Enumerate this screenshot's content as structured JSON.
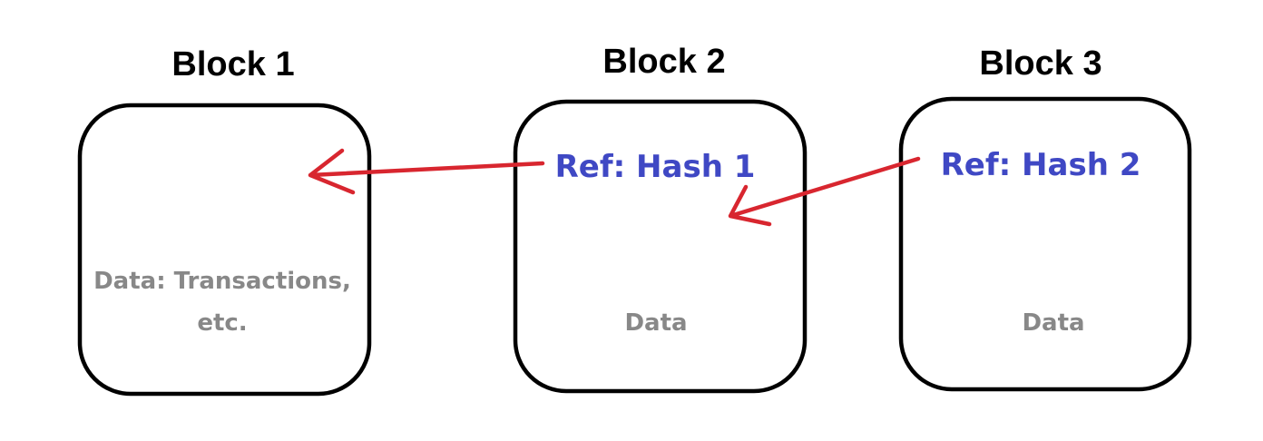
{
  "colors": {
    "ref_text": "#3f48c4",
    "data_text": "#888888",
    "arrow": "#d8262f",
    "box_stroke": "#000000"
  },
  "blocks": [
    {
      "title": "Block 1",
      "data_lines": [
        "Data: Transactions,",
        "etc."
      ]
    },
    {
      "title": "Block 2",
      "ref": "Ref: Hash 1",
      "data_lines": [
        "Data"
      ]
    },
    {
      "title": "Block 3",
      "ref": "Ref: Hash 2",
      "data_lines": [
        "Data"
      ]
    }
  ],
  "arrows": [
    {
      "from": "Block 2 reference",
      "to": "Block 1"
    },
    {
      "from": "Block 3 reference",
      "to": "Block 2"
    }
  ]
}
